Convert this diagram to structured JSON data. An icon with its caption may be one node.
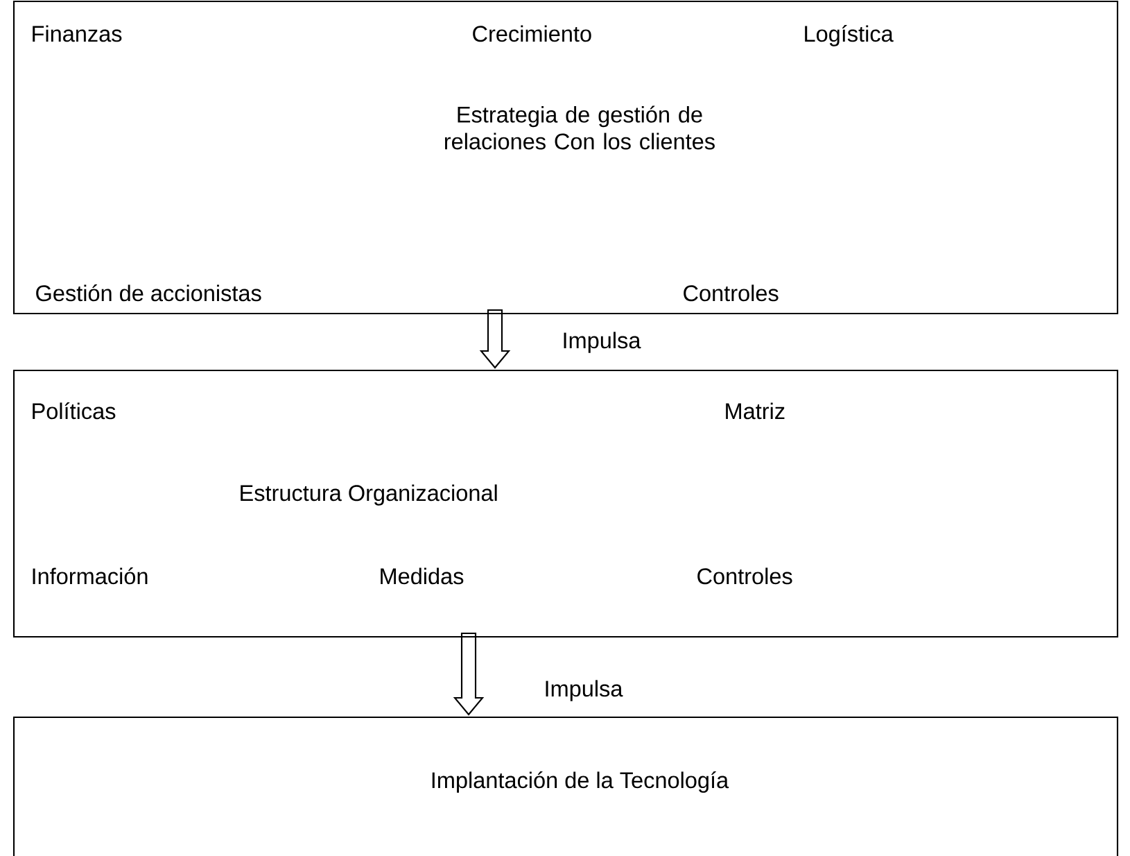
{
  "diagram": {
    "nodes": [
      {
        "text": [
          "Finanzas",
          "Crecimiento",
          "Logística",
          "Estrategia de gestión de relaciones Con los clientes",
          "Gestión de accionistas",
          "Controles"
        ]
      },
      {
        "text": [
          "Políticas",
          "Matriz",
          "Estructura Organizacional",
          "Información",
          "Medidas",
          "Controles"
        ]
      },
      {
        "text": [
          "Implantación de la Tecnología"
        ]
      }
    ],
    "edges": [
      {
        "from": 0,
        "to": 1,
        "arrow": "to",
        "label": "Impulsa"
      },
      {
        "from": 1,
        "to": 2,
        "arrow": "to",
        "label": "Impulsa"
      }
    ]
  }
}
